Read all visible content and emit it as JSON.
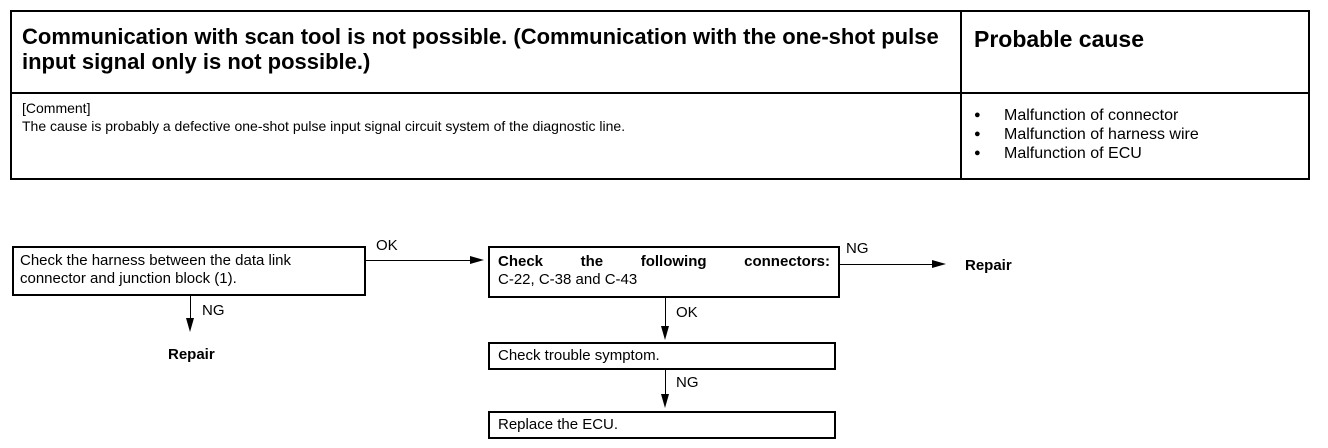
{
  "header": {
    "title": "Communication with scan tool is not possible. (Communication with the one-shot pulse input signal only is not possible.)",
    "cause_heading": "Probable cause"
  },
  "comment": {
    "tag": "[Comment]",
    "text": "The cause is probably a defective one-shot pulse input signal circuit system of the diagnostic line."
  },
  "causes": [
    "Malfunction of connector",
    "Malfunction of harness wire",
    "Malfunction of ECU"
  ],
  "flow": {
    "step1": "Check the harness between the data link connector and junction block (1).",
    "step1_ok": "OK",
    "step1_ng": "NG",
    "step1_ng_result": "Repair",
    "step2_line1_words": [
      "Check",
      "the",
      "following",
      "connectors:"
    ],
    "step2_line2": "C-22, C-38 and C-43",
    "step2_ng": "NG",
    "step2_ng_result": "Repair",
    "step2_ok": "OK",
    "step3": "Check trouble symptom.",
    "step3_ng": "NG",
    "step4": "Replace the ECU."
  }
}
